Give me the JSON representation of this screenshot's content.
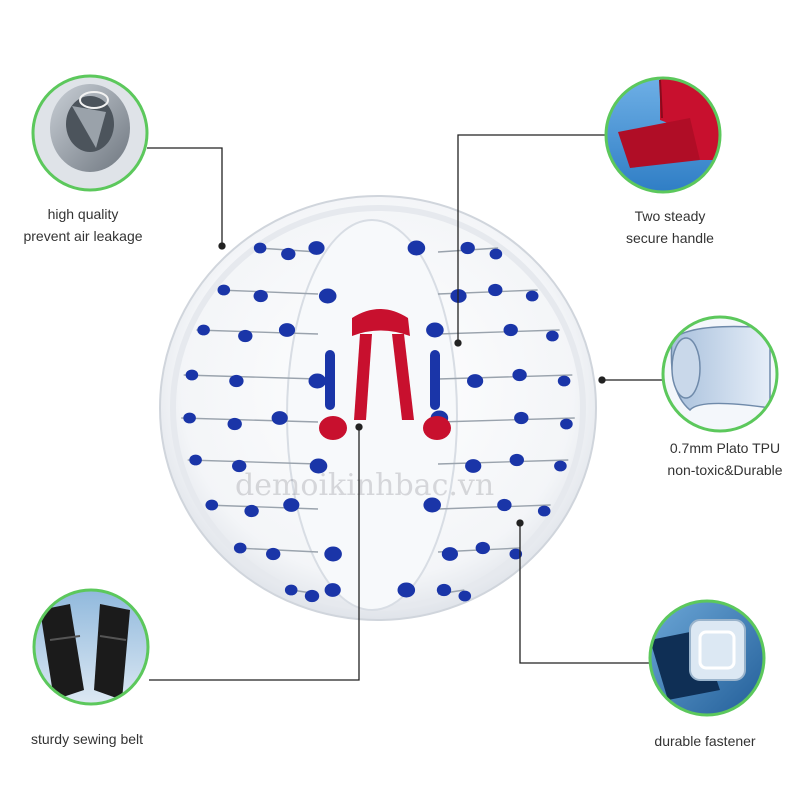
{
  "callouts": {
    "air_valve": {
      "line1": "high quality",
      "line2": "prevent air leakage",
      "icon": "air-valve-icon"
    },
    "handle": {
      "line1": "Two steady",
      "line2": "secure handle",
      "icon": "handle-icon"
    },
    "material": {
      "line1": "0.7mm Plato TPU",
      "line2": "non-toxic&Durable",
      "icon": "tpu-film-icon"
    },
    "belt": {
      "line1": "sturdy sewing belt",
      "icon": "belt-icon"
    },
    "fastener": {
      "line1": "durable fastener",
      "icon": "fastener-icon"
    }
  },
  "watermark": "demoikinhbac.vn",
  "colors": {
    "ring": "#5cc85c",
    "dot": "#1a35a8",
    "handle": "#c8102e",
    "leader_line": "#222222"
  }
}
